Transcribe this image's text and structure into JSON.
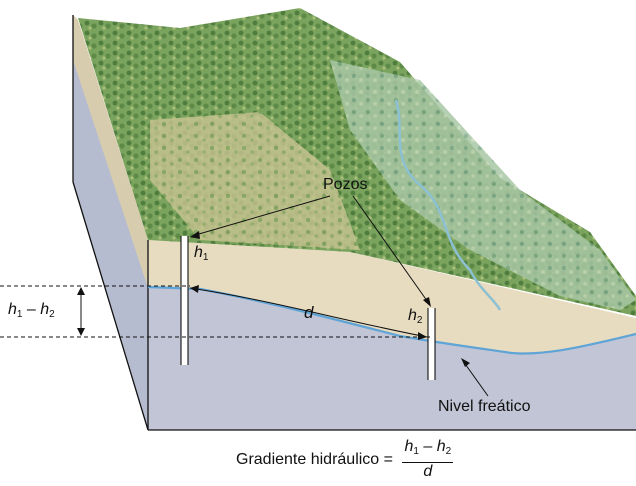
{
  "labels": {
    "wells": "Pozos",
    "distance": "d",
    "water_table": "Nivel freático",
    "h1_symbol": "h",
    "h1_sub": "1",
    "h2_symbol": "h",
    "h2_sub": "2",
    "diff_h": "h",
    "diff_sub1": "1",
    "diff_minus": " – ",
    "diff_sub2": "2"
  },
  "formula": {
    "prefix": "Gradiente hidráulico = ",
    "num_h": "h",
    "num_sub1": "1",
    "num_minus": " – ",
    "num_sub2": "2",
    "denominator": "d"
  },
  "colors": {
    "water_table": "#5fa4d6",
    "groundwater": "#c1c5d6",
    "sand": "#e8dcc0",
    "vegetation": "#6f9a57",
    "river": "#8cc1d3"
  }
}
